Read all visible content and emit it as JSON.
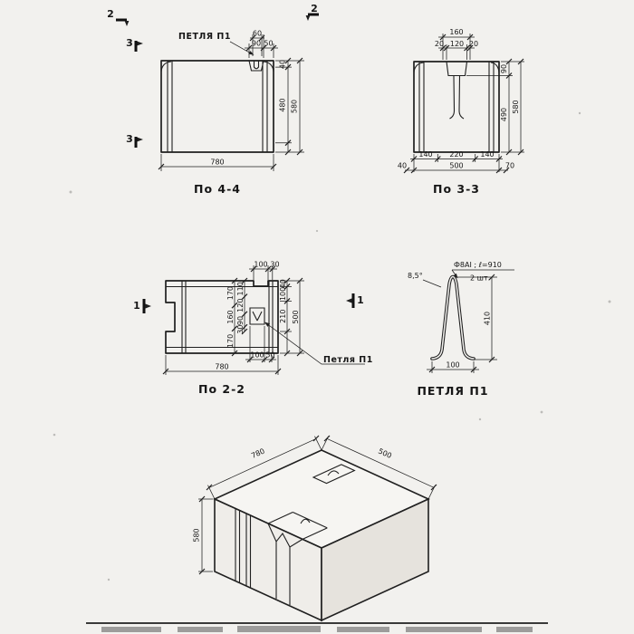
{
  "page": {
    "background": "#f2f1ee",
    "ink": "#1f1f1f"
  },
  "views": {
    "po44": {
      "title": "По 4-4",
      "loop_label": "ПЕТЛЯ П1",
      "section2": "2",
      "section3": "3",
      "dims": {
        "d60": "60",
        "d90": "90",
        "d50": "50",
        "d40": "40",
        "d480": "480",
        "d580": "580",
        "d780": "780"
      }
    },
    "po33": {
      "title": "По 3-3",
      "dims": {
        "d160": "160",
        "d20l": "20",
        "d120": "120",
        "d20r": "20",
        "d90": "90",
        "d490": "490",
        "d580": "580",
        "d140l": "140",
        "d220": "220",
        "d140r": "140",
        "d40": "40",
        "d500": "500",
        "d70": "70"
      }
    },
    "po22": {
      "title": "По 2-2",
      "loop_label": "Петля П1",
      "section1": "1",
      "dims": {
        "t100": "100",
        "t30": "30",
        "r40": "40",
        "r100": "100",
        "r210": "210",
        "r500": "500",
        "a170t": "170",
        "a160": "160",
        "a170b": "170",
        "b110": "110",
        "b120": "120",
        "b90": "90",
        "b30": "30",
        "b100": "100",
        "b50": "50",
        "d780": "780"
      }
    },
    "loop_detail": {
      "title": "ПЕТЛЯ П1",
      "spec": "Ф8АI ; ℓ=910",
      "qty": "2 шт.",
      "angle": "8,5°",
      "d410": "410",
      "d100": "100"
    },
    "iso": {
      "d780": "780",
      "d500": "500",
      "d580": "580"
    }
  }
}
